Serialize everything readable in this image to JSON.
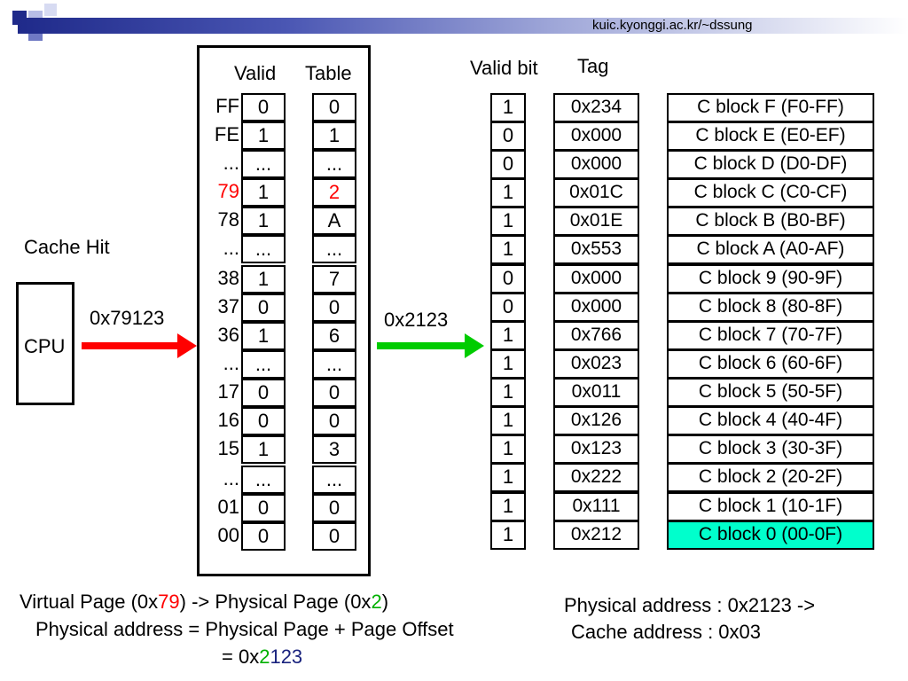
{
  "header": {
    "url": "kuic.kyonggi.ac.kr/~dssung"
  },
  "colors": {
    "highlight": "#ff0000",
    "green_arrow": "#00cc00",
    "hit_block": "#00ffcc",
    "navy_text": "#1a237e"
  },
  "left_labels": {
    "cache_hit": "Cache Hit",
    "cpu": "CPU",
    "virtual_addr": "0x79123",
    "physical_addr": "0x2123"
  },
  "page_table": {
    "valid_header": "Valid",
    "table_header": "Table",
    "rows": [
      {
        "index": "FF",
        "valid": "0",
        "table": "0"
      },
      {
        "index": "FE",
        "valid": "1",
        "table": "1"
      },
      {
        "index": "...",
        "valid": "...",
        "table": "..."
      },
      {
        "index": "79",
        "valid": "1",
        "table": "2",
        "highlight": true
      },
      {
        "index": "78",
        "valid": "1",
        "table": "A"
      },
      {
        "index": "...",
        "valid": "...",
        "table": "..."
      },
      {
        "index": "38",
        "valid": "1",
        "table": "7"
      },
      {
        "index": "37",
        "valid": "0",
        "table": "0"
      },
      {
        "index": "36",
        "valid": "1",
        "table": "6"
      },
      {
        "index": "...",
        "valid": "...",
        "table": "..."
      },
      {
        "index": "17",
        "valid": "0",
        "table": "0"
      },
      {
        "index": "16",
        "valid": "0",
        "table": "0"
      },
      {
        "index": "15",
        "valid": "1",
        "table": "3"
      },
      {
        "index": "...",
        "valid": "...",
        "table": "..."
      },
      {
        "index": "01",
        "valid": "0",
        "table": "0"
      },
      {
        "index": "00",
        "valid": "0",
        "table": "0"
      }
    ]
  },
  "cache": {
    "valid_header": "Valid bit",
    "tag_header": "Tag",
    "rows": [
      {
        "valid": "1",
        "tag": "0x234",
        "block": "C block F (F0-FF)"
      },
      {
        "valid": "0",
        "tag": "0x000",
        "block": "C block E (E0-EF)"
      },
      {
        "valid": "0",
        "tag": "0x000",
        "block": "C block D (D0-DF)"
      },
      {
        "valid": "1",
        "tag": "0x01C",
        "block": "C block C (C0-CF)"
      },
      {
        "valid": "1",
        "tag": "0x01E",
        "block": "C block B (B0-BF)"
      },
      {
        "valid": "1",
        "tag": "0x553",
        "block": "C block A (A0-AF)"
      },
      {
        "valid": "0",
        "tag": "0x000",
        "block": "C block 9 (90-9F)"
      },
      {
        "valid": "0",
        "tag": "0x000",
        "block": "C block 8 (80-8F)"
      },
      {
        "valid": "1",
        "tag": "0x766",
        "block": "C block 7 (70-7F)"
      },
      {
        "valid": "1",
        "tag": "0x023",
        "block": "C block 6 (60-6F)"
      },
      {
        "valid": "1",
        "tag": "0x011",
        "block": "C block 5 (50-5F)"
      },
      {
        "valid": "1",
        "tag": "0x126",
        "block": "C block 4 (40-4F)"
      },
      {
        "valid": "1",
        "tag": "0x123",
        "block": "C block 3 (30-3F)"
      },
      {
        "valid": "1",
        "tag": "0x222",
        "block": "C block 2 (20-2F)"
      },
      {
        "valid": "1",
        "tag": "0x111",
        "block": "C block 1 (10-1F)"
      },
      {
        "valid": "1",
        "tag": "0x212",
        "block": "C block 0 (00-0F)",
        "highlight": true
      }
    ]
  },
  "bottom": {
    "line1_a": "Virtual Page (0x",
    "line1_vp": "79",
    "line1_b": ") -> Physical Page (0x",
    "line1_pp": "2",
    "line1_c": ")",
    "line2": "Physical address = Physical Page + Page Offset",
    "line3_a": "= 0x",
    "line3_pp": "2",
    "line3_off": "123",
    "right1": "Physical address : 0x2123 ->",
    "right2": "Cache address : 0x03"
  }
}
